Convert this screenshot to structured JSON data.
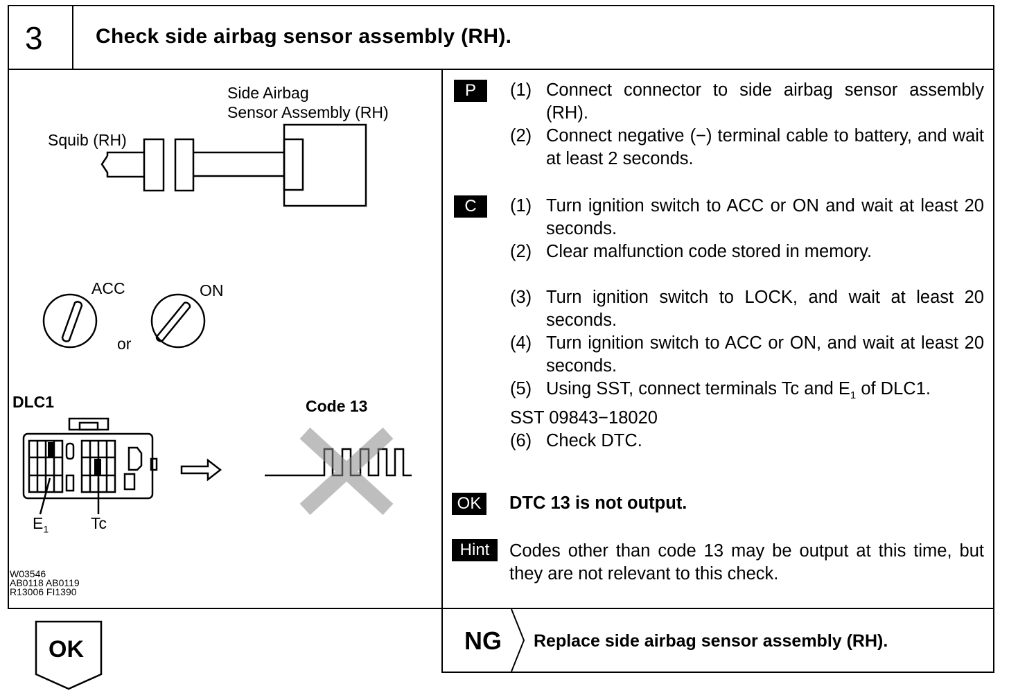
{
  "header": {
    "step_number": "3",
    "title": "Check side airbag sensor assembly (RH)."
  },
  "diagram": {
    "sensor_label_line1": "Side Airbag",
    "sensor_label_line2": "Sensor Assembly (RH)",
    "squib_label": "Squib (RH)",
    "acc_label": "ACC",
    "on_label": "ON",
    "or_label": "or",
    "dlc_label": "DLC1",
    "code_label": "Code 13",
    "e1_label": "E",
    "e1_sub": "1",
    "tc_label": "Tc",
    "refs": [
      "W03546",
      "AB0118 AB0119",
      "R13006 FI1390"
    ]
  },
  "procedure": {
    "p_tag": "P",
    "p_steps": [
      {
        "num": "(1)",
        "text": "Connect connector to side airbag sensor assembly (RH)."
      },
      {
        "num": "(2)",
        "text": "Connect negative (−) terminal cable to battery, and wait at least 2 seconds."
      }
    ],
    "c_tag": "C",
    "c_steps": [
      {
        "num": "(1)",
        "text": "Turn ignition switch to ACC or ON and wait at least 20 seconds."
      },
      {
        "num": "(2)",
        "text": "Clear malfunction code stored in memory."
      },
      {
        "num": "(3)",
        "text": "Turn ignition switch to LOCK, and wait at least 20 seconds."
      },
      {
        "num": "(4)",
        "text": "Turn ignition switch to ACC or ON, and wait at least 20 seconds."
      },
      {
        "num": "(5)",
        "text_before": "Using SST, connect terminals Tc and E",
        "text_sub": "1",
        "text_after": " of DLC1."
      }
    ],
    "sst": "SST 09843−18020",
    "step6": {
      "num": "(6)",
      "text": "Check DTC."
    },
    "ok_tag": "OK",
    "ok_text": "DTC 13 is not output.",
    "hint_tag": "Hint",
    "hint_text": "Codes other than code 13 may be output at this time, but they are not relevant to this check."
  },
  "result": {
    "ok_label": "OK",
    "ng_label": "NG",
    "ng_action": "Replace side airbag sensor assembly (RH)."
  }
}
